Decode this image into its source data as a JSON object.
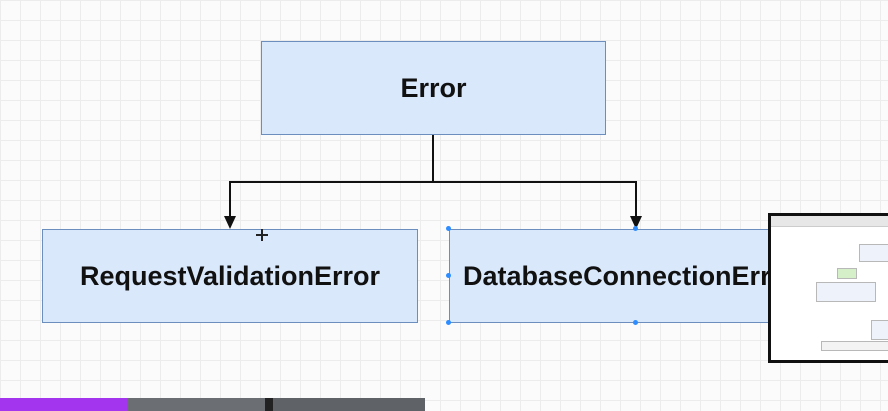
{
  "diagram": {
    "nodes": {
      "error": {
        "label": "Error"
      },
      "request_validation": {
        "label": "RequestValidationError"
      },
      "database_connection": {
        "label": "DatabaseConnectionError"
      }
    },
    "edges": [
      {
        "from": "error",
        "to": "request_validation"
      },
      {
        "from": "error",
        "to": "database_connection"
      }
    ]
  },
  "video": {
    "progress_fraction": 0.3,
    "played_color": "#a335ee"
  },
  "colors": {
    "node_fill": "#dae8fc",
    "node_border": "#6c8ebf",
    "connector": "#111111"
  }
}
